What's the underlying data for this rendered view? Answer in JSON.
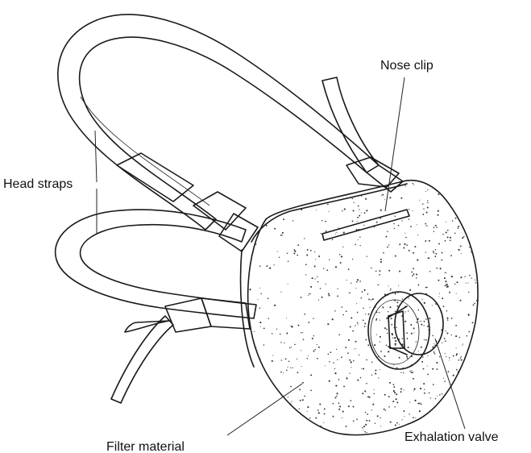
{
  "labels": {
    "nose_clip": "Nose clip",
    "head_straps": "Head straps",
    "filter_material": "Filter material",
    "exhalation_valve": "Exhalation valve"
  },
  "colors": {
    "ink": "#1a1a1a",
    "strap_fill": "#fbfbf8",
    "mask_fill": "#fdfdfc",
    "stipple": "#333333"
  }
}
